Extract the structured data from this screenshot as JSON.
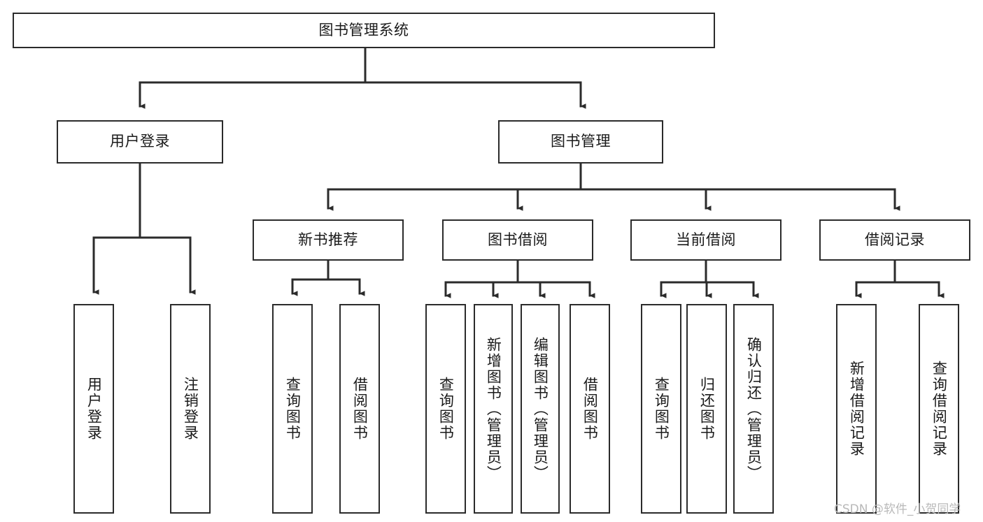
{
  "diagram": {
    "title": "图书管理系统",
    "type": "tree-hierarchy",
    "orientation": "top-down",
    "colors": {
      "stroke": "#2b2b2b",
      "fill": "#ffffff",
      "text": "#1a1a1a",
      "watermark": "#b9b9b9"
    },
    "nodes": {
      "root": {
        "label": "图书管理系统"
      },
      "level2": [
        {
          "id": "user-login",
          "label": "用户登录"
        },
        {
          "id": "book-manage",
          "label": "图书管理"
        }
      ],
      "level3": [
        {
          "id": "new-book-recommend",
          "label": "新书推荐"
        },
        {
          "id": "book-borrow",
          "label": "图书借阅"
        },
        {
          "id": "current-borrow",
          "label": "当前借阅"
        },
        {
          "id": "borrow-record",
          "label": "借阅记录"
        }
      ],
      "leaves": {
        "user-login": [
          {
            "id": "leaf-user-login",
            "label": "用户登录"
          },
          {
            "id": "leaf-user-logout",
            "label": "注销登录"
          }
        ],
        "new-book-recommend": [
          {
            "id": "leaf-query-book-1",
            "label": "查询图书"
          },
          {
            "id": "leaf-borrow-book-1",
            "label": "借阅图书"
          }
        ],
        "book-borrow": [
          {
            "id": "leaf-query-book-2",
            "label": "查询图书"
          },
          {
            "id": "leaf-add-book",
            "label": "新增图书（管理员）"
          },
          {
            "id": "leaf-edit-book",
            "label": "编辑图书（管理员）"
          },
          {
            "id": "leaf-borrow-book-2",
            "label": "借阅图书"
          }
        ],
        "current-borrow": [
          {
            "id": "leaf-query-book-3",
            "label": "查询图书"
          },
          {
            "id": "leaf-return-book",
            "label": "归还图书"
          },
          {
            "id": "leaf-confirm-return",
            "label": "确认归还（管理员）"
          }
        ],
        "borrow-record": [
          {
            "id": "leaf-add-record",
            "label": "新增借阅记录"
          },
          {
            "id": "leaf-query-record",
            "label": "查询借阅记录"
          }
        ]
      }
    },
    "watermark": "CSDN @软件_小贺同学"
  }
}
